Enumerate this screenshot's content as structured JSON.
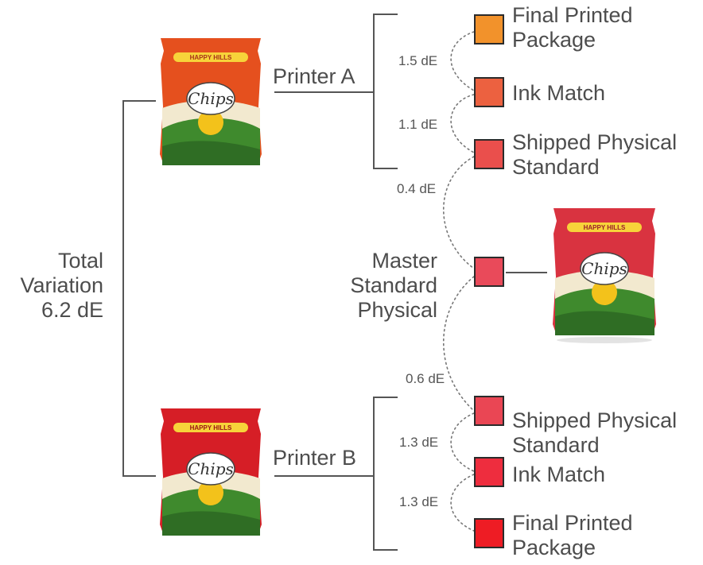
{
  "total": {
    "line1": "Total",
    "line2": "Variation",
    "line3": "6.2 dE"
  },
  "printer_a": {
    "label": "Printer A"
  },
  "printer_b": {
    "label": "Printer B"
  },
  "master": {
    "line1": "Master",
    "line2": "Standard",
    "line3": "Physical",
    "color": "#e94a5a"
  },
  "a_items": [
    {
      "line1": "Final Printed",
      "line2": "Package",
      "color": "#f2922b"
    },
    {
      "line1": "Ink Match",
      "line2": "",
      "color": "#ec6140"
    },
    {
      "line1": "Shipped Physical",
      "line2": "Standard",
      "color": "#ea4f4c"
    }
  ],
  "b_items": [
    {
      "line1": "Shipped Physical",
      "line2": "Standard",
      "color": "#ea4654"
    },
    {
      "line1": "Ink Match",
      "line2": "",
      "color": "#ee2d3e"
    },
    {
      "line1": "Final Printed",
      "line2": "Package",
      "color": "#ee1c24"
    }
  ],
  "deltas": {
    "a_final_ink": "1.5 dE",
    "a_ink_shipped": "1.1 dE",
    "a_shipped_master": "0.4 dE",
    "master_b_shipped": "0.6 dE",
    "b_shipped_ink": "1.3 dE",
    "b_ink_final": "1.3 dE"
  },
  "package": {
    "brand": "HAPPY HILLS",
    "product": "Chips",
    "colors": {
      "printer_a": "#e5501e",
      "master": "#d93340",
      "printer_b": "#d61e26"
    }
  }
}
